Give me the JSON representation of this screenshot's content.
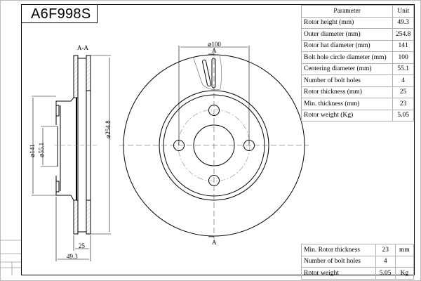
{
  "title": "A6F998S",
  "spec_table": {
    "headers": [
      "Parameter",
      "Unit"
    ],
    "rows": [
      {
        "param": "Rotor height (mm)",
        "value": "49.3"
      },
      {
        "param": "Outer diameter (mm)",
        "value": "254.8"
      },
      {
        "param": "Rotor hat diameter (mm)",
        "value": "141"
      },
      {
        "param": "Bolt hole circle diameter (mm)",
        "value": "100"
      },
      {
        "param": "Centering diameter (mm)",
        "value": "55.1"
      },
      {
        "param": "Number of bolt holes",
        "value": "4"
      },
      {
        "param": "Rotor thickness (mm)",
        "value": "25"
      },
      {
        "param": "Min. thickness (mm)",
        "value": "23"
      },
      {
        "param": "Rotor weight (Kg)",
        "value": "5.05"
      }
    ]
  },
  "summary_table": {
    "rows": [
      {
        "param": "Min. Rotor thickness",
        "value": "23",
        "unit": "mm"
      },
      {
        "param": "Number of bolt holes",
        "value": "4",
        "unit": ""
      },
      {
        "param": "Rotor weight",
        "value": "5.05",
        "unit": "Kg"
      }
    ]
  },
  "dimensions": {
    "section_label": "A-A",
    "outer_diameter": "⌀254.8",
    "hat_diameter": "⌀141",
    "center_diameter": "⌀55.1",
    "bolt_circle": "⌀100",
    "thickness": "25",
    "height": "49.3",
    "section_mark_top": "A",
    "section_mark_bottom": "A"
  }
}
